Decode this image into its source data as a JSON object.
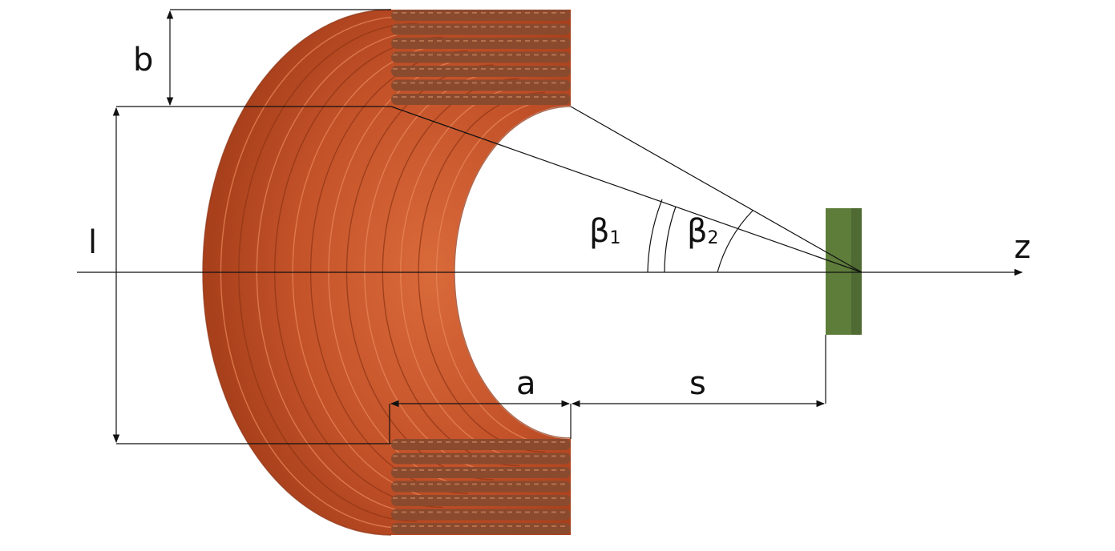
{
  "labels": {
    "b": "b",
    "l": "l",
    "a": "a",
    "s": "s",
    "z": "z",
    "beta1_base": "β",
    "beta1_sub": "1",
    "beta2_base": "β",
    "beta2_sub": "2"
  },
  "colors": {
    "coil_dark": "#a8401c",
    "coil_mid": "#cf5a2c",
    "coil_light": "#e8875a",
    "coil_end": "#8a4a2e",
    "detector": "#5e7d3a",
    "detector_edge": "#4a6230",
    "line": "#111111"
  }
}
